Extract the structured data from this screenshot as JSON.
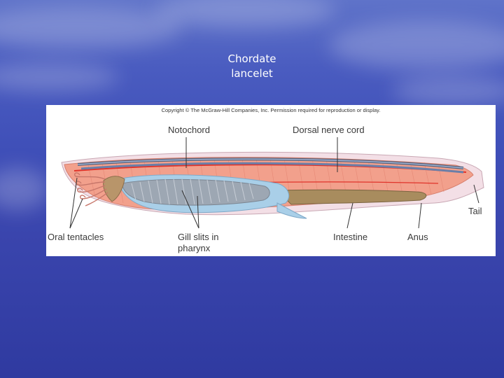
{
  "slide": {
    "title_line1": "Chordate",
    "title_line2": "lancelet"
  },
  "figure": {
    "copyright": "Copyright © The McGraw-Hill Companies, Inc. Permission required for reproduction or display.",
    "labels": {
      "notochord": "Notochord",
      "dorsal_nerve_cord": "Dorsal nerve cord",
      "tail": "Tail",
      "oral_tentacles": "Oral tentacles",
      "gill_slits_line1": "Gill slits in",
      "gill_slits_line2": "pharynx",
      "intestine": "Intestine",
      "anus": "Anus"
    }
  }
}
